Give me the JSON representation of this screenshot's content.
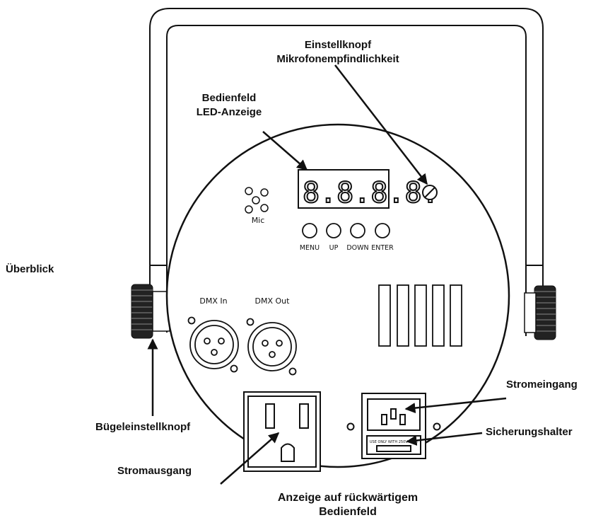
{
  "labels": {
    "knob": [
      "Einstellknopf",
      "Mikrofonempfindlichkeit"
    ],
    "panel": [
      "Bedienfeld",
      "LED-Anzeige"
    ],
    "overview": "Überblick",
    "bracket_knob": "Bügeleinstellknopf",
    "power_in": "Stromeingang",
    "fuse": "Sicherungshalter",
    "power_out": "Stromausgang",
    "caption": [
      "Anzeige auf rückwärtigem",
      "Bedienfeld"
    ]
  },
  "panel": {
    "mic": "Mic",
    "buttons": [
      "MENU",
      "UP",
      "DOWN",
      "ENTER"
    ],
    "dmx_in": "DMX In",
    "dmx_out": "DMX Out",
    "display": "8.8.8.8.",
    "fuse_text": "USE ONLY WITH 250V FUSE"
  }
}
